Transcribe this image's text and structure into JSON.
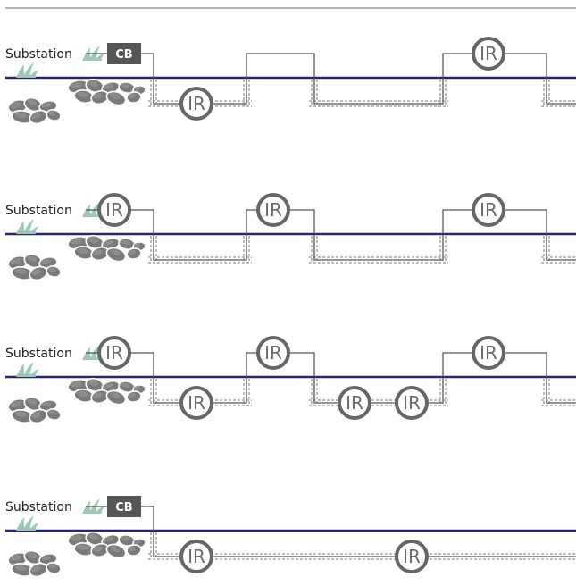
{
  "colors": {
    "line": "#2a2470",
    "wire": "#555555",
    "device_ring": "#666666",
    "cb_fill": "#555555",
    "stone": "#7a7a7a",
    "grass": "#9cc8b4"
  },
  "panels": [
    {
      "source_label": "Substation",
      "source_device": "CB",
      "overhead_devices": [
        "IR"
      ],
      "underground_devices": [
        "IR"
      ]
    },
    {
      "source_label": "Substation",
      "source_device": "IR",
      "overhead_devices": [
        "IR",
        "IR"
      ],
      "underground_devices": []
    },
    {
      "source_label": "Substation",
      "source_device": "IR",
      "overhead_devices": [
        "IR",
        "IR"
      ],
      "underground_devices": [
        "IR",
        "IR",
        "IR"
      ]
    },
    {
      "source_label": "Substation",
      "source_device": "CB",
      "overhead_devices": [],
      "underground_devices": [
        "IR",
        "IR"
      ]
    }
  ]
}
